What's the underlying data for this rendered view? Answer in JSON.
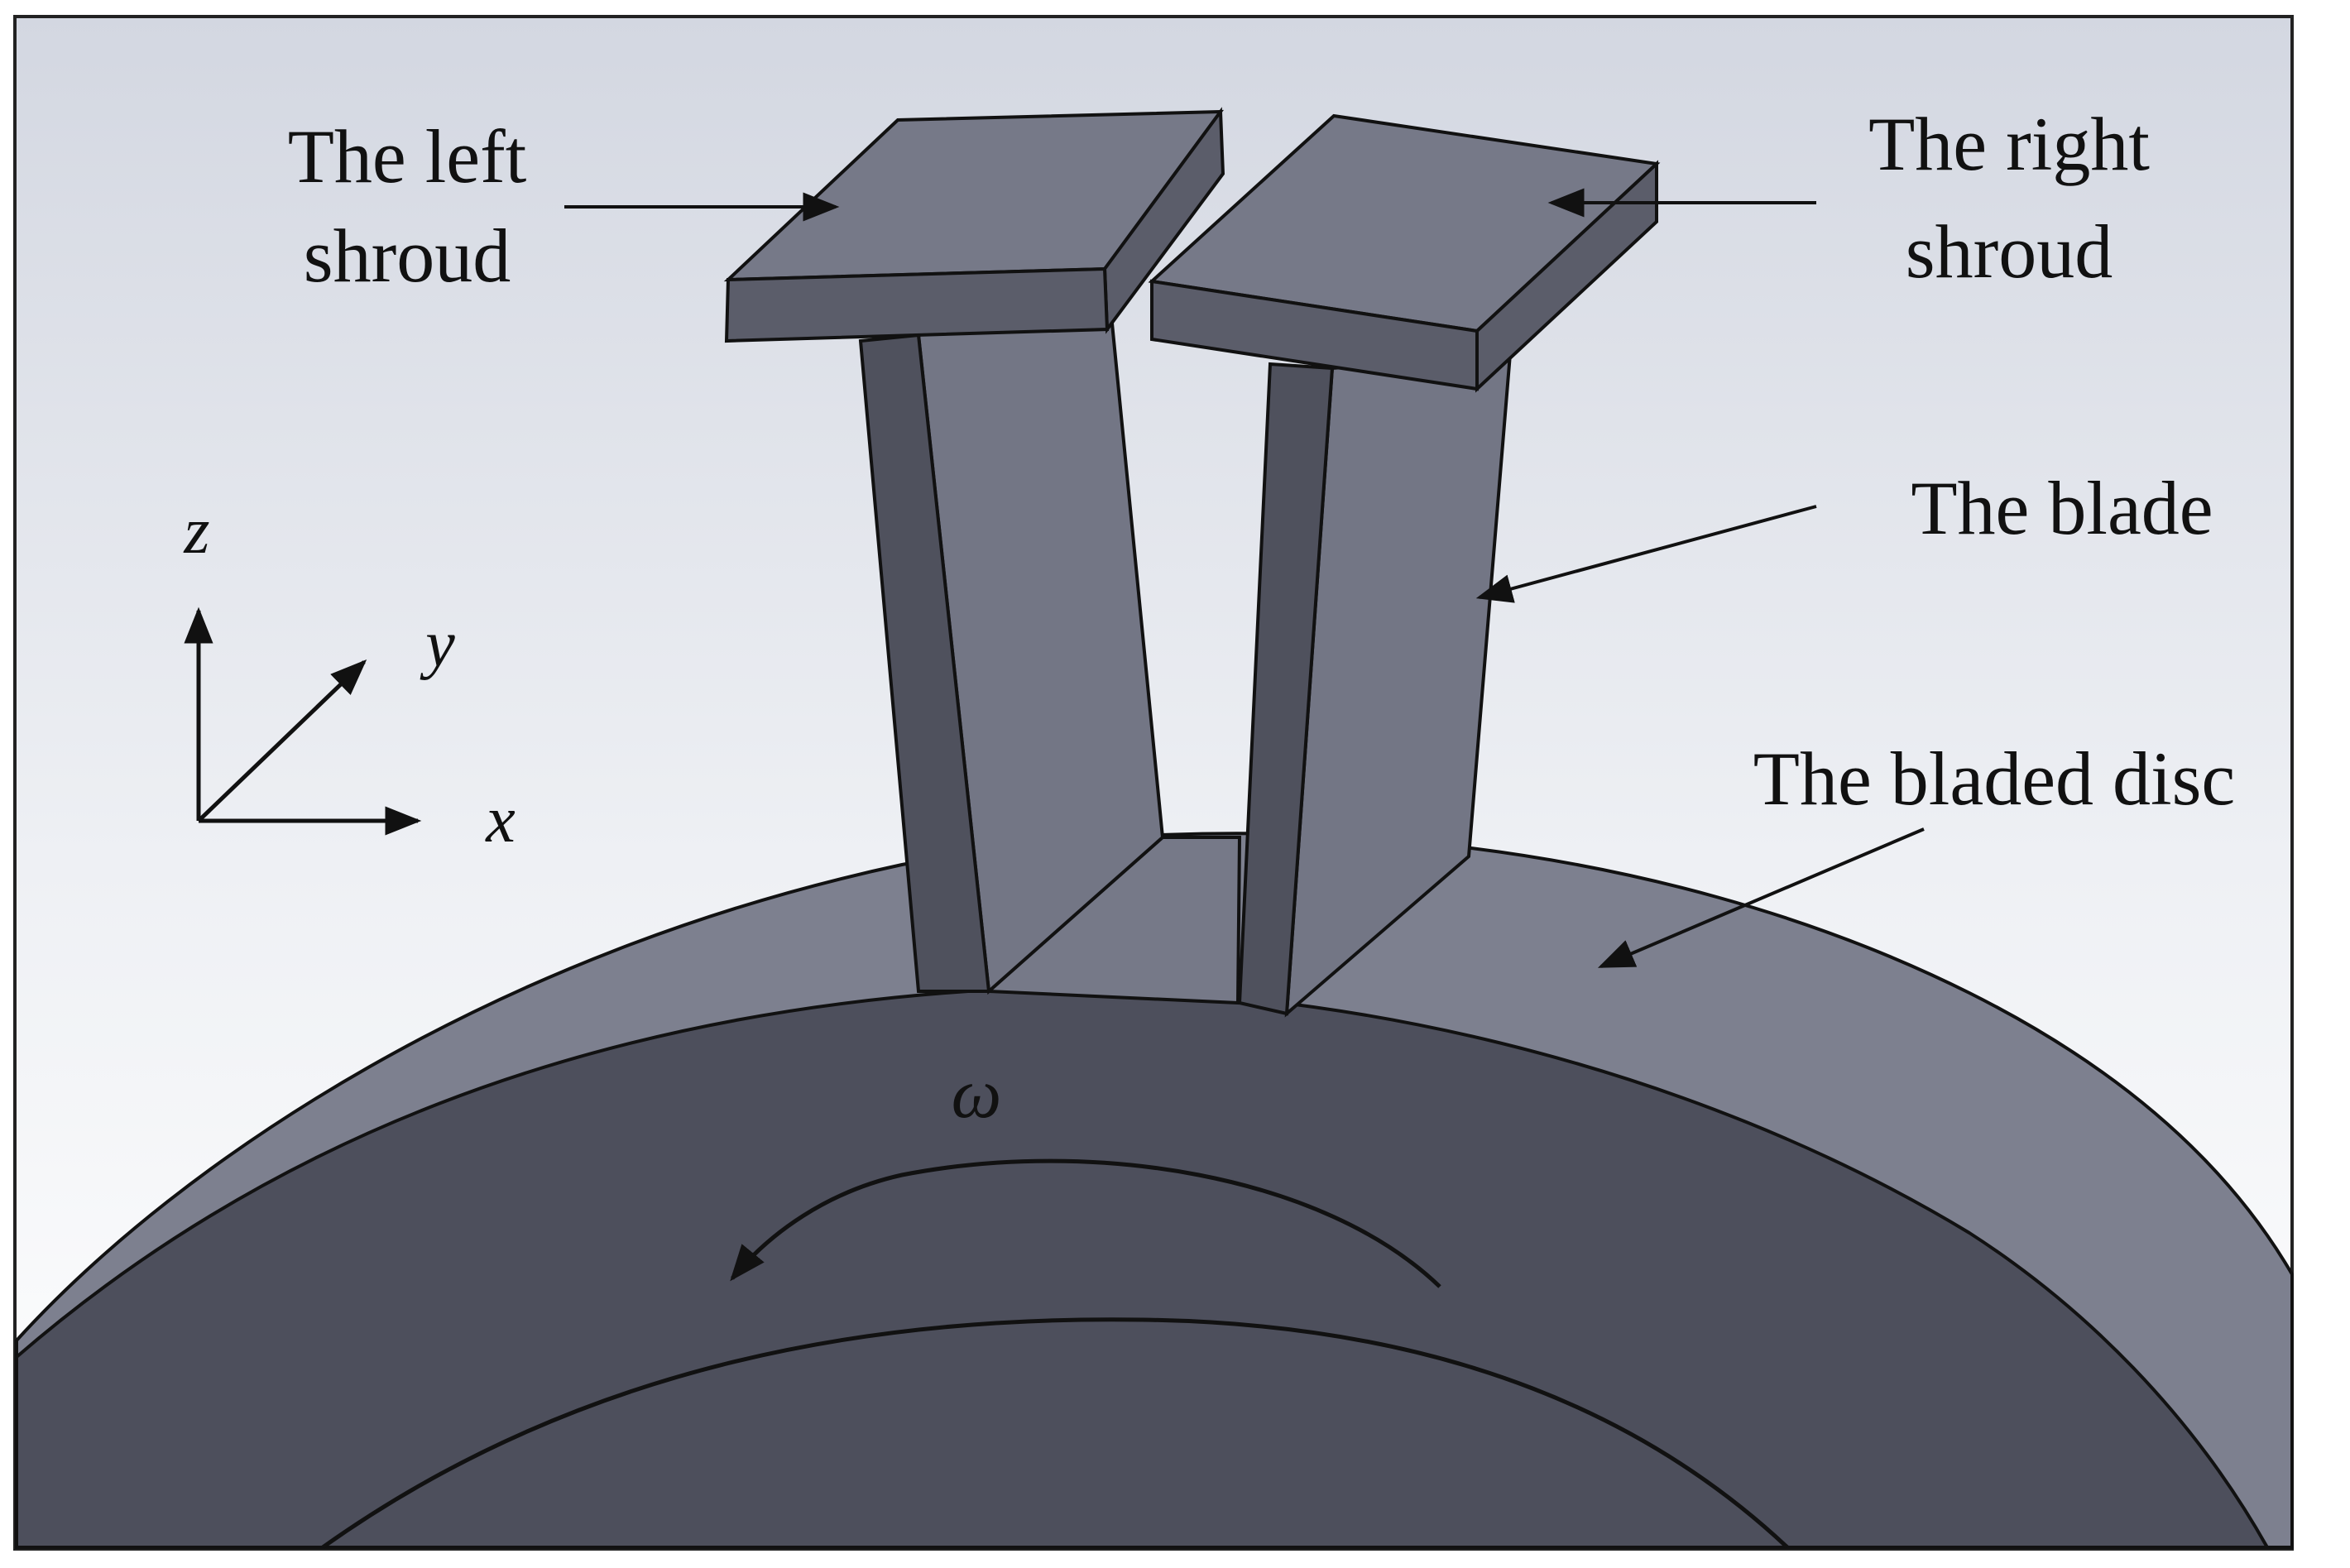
{
  "labels": {
    "left_shroud": [
      "The left",
      "shroud"
    ],
    "right_shroud": [
      "The right",
      "shroud"
    ],
    "blade": "The blade",
    "bladed_disc": "The bladed disc"
  },
  "axes": {
    "z": "z",
    "y": "y",
    "x": "x"
  },
  "rotation": {
    "symbol": "ω"
  },
  "colors": {
    "background_top": "#d3d7e1",
    "background_bottom": "#ffffff",
    "disc_front": "#4d4f5c",
    "disc_rim": "#7d808f",
    "blade_face": "#737685",
    "blade_dark": "#4f515d",
    "shroud_top": "#767988",
    "shroud_side": "#5b5d6a",
    "outline": "#111111"
  }
}
